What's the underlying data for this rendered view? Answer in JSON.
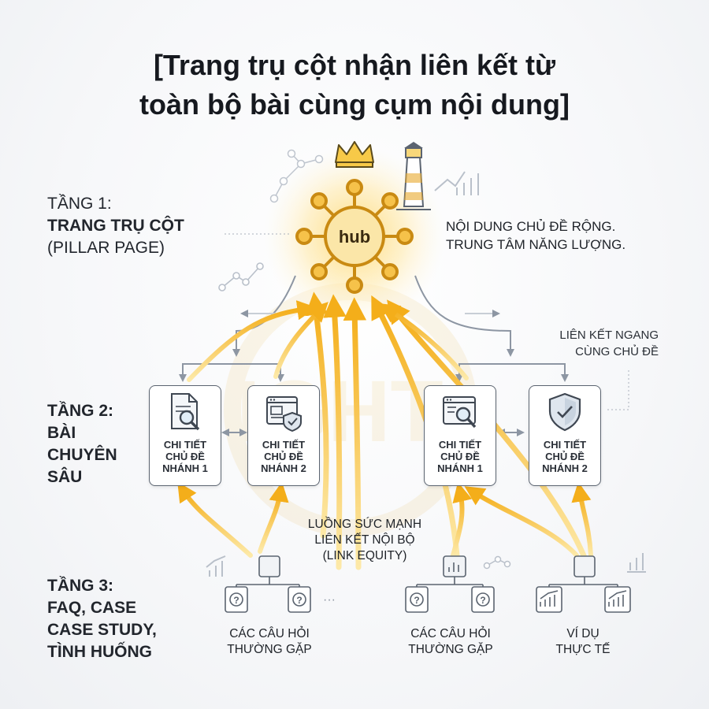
{
  "title": {
    "line1": "[Trang trụ cột nhận liên kết từ",
    "line2": "toàn bộ bài cùng cụm nội dung]"
  },
  "tier1": {
    "line1": "TẦNG 1:",
    "line2": "TRANG TRỤ CỘT",
    "line3": "(PILLAR PAGE)"
  },
  "hub": {
    "label": "hub",
    "desc_line1": "NỘI DUNG CHỦ ĐỀ RỘNG.",
    "desc_line2": "TRUNG TÂM NĂNG LƯỢNG."
  },
  "horizontal_links": {
    "line1": "LIÊN KẾT NGANG",
    "line2": "CÙNG CHỦ ĐỀ"
  },
  "tier2": {
    "line1": "TẦNG 2:",
    "line2": "BÀI",
    "line3": "CHUYÊN",
    "line4": "SÂU",
    "cards": [
      {
        "line1": "CHI TIẾT",
        "line2": "CHỦ ĐỀ",
        "line3": "NHÁNH 1",
        "icon": "document-search-icon"
      },
      {
        "line1": "CHI TIẾT",
        "line2": "CHỦ ĐỀ",
        "line3": "NHÁNH 2",
        "icon": "browser-shield-icon"
      },
      {
        "line1": "CHI TIẾT",
        "line2": "CHỦ ĐỀ",
        "line3": "NHÁNH 1",
        "icon": "browser-search-icon"
      },
      {
        "line1": "CHI TIẾT",
        "line2": "CHỦ ĐỀ",
        "line3": "NHÁNH 2",
        "icon": "shield-check-icon"
      }
    ]
  },
  "equity": {
    "line1": "LUỒNG SỨC MẠNH",
    "line2": "LIÊN KẾT NỘI BỘ",
    "line3": "(LINK EQUITY)"
  },
  "tier3": {
    "line1": "TẦNG 3:",
    "line2": "FAQ, CASE",
    "line3": "CASE STUDY,",
    "line4": "TÌNH HUỐNG",
    "groups": [
      {
        "line1": "CÁC CÂU HỎI",
        "line2": "THƯỜNG GẶP"
      },
      {
        "line1": "CÁC CÂU HỎI",
        "line2": "THƯỜNG GẶP"
      },
      {
        "line1": "VÍ DỤ",
        "line2": "THỰC TẾ"
      }
    ]
  },
  "colors": {
    "gold": "#f5b731",
    "gold_dark": "#c98a12",
    "outline": "#5b6470",
    "gray_arrow": "#8d96a3"
  }
}
